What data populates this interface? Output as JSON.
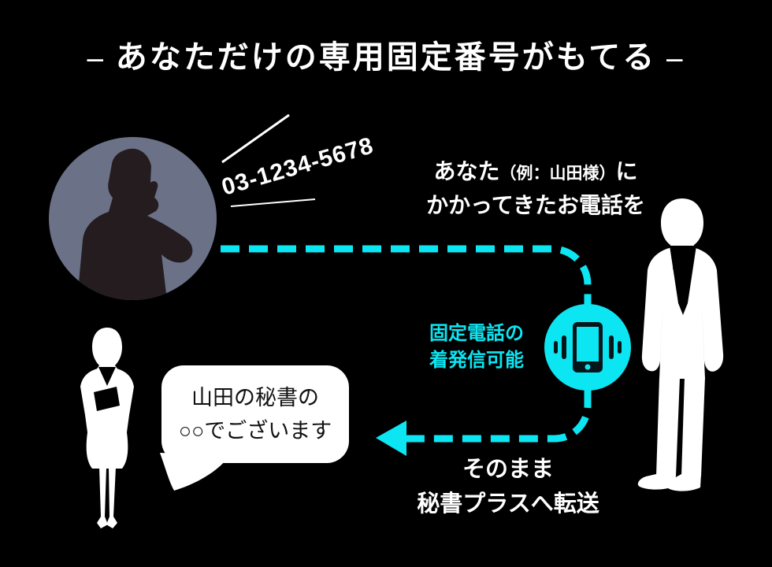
{
  "title": "– あなただけの専用固定番号がもてる –",
  "caller": {
    "phone_number": "03-1234-5678"
  },
  "incoming": {
    "line1_pre": "あなた",
    "line1_paren": "（例：山田様）",
    "line1_post": "に",
    "line2": "かかってきたお電話を"
  },
  "capability": {
    "line1": "固定電話の",
    "line2": "着発信可能"
  },
  "bubble": {
    "line1": "山田の秘書の",
    "line2": "○○でございます"
  },
  "forward": {
    "line1": "そのまま",
    "line2": "秘書プラスへ転送"
  },
  "icons": {
    "phone": "smartphone-vibrating-icon",
    "caller_avatar": "man-on-phone-silhouette",
    "secretary": "businesswoman-silhouette",
    "customer": "businessman-silhouette"
  },
  "colors": {
    "background": "#000000",
    "accent_cyan": "#0ce6f2",
    "white": "#ffffff",
    "avatar_background": "#6b7187",
    "avatar_silhouette": "#241c1f",
    "bubble_text": "#111111"
  }
}
